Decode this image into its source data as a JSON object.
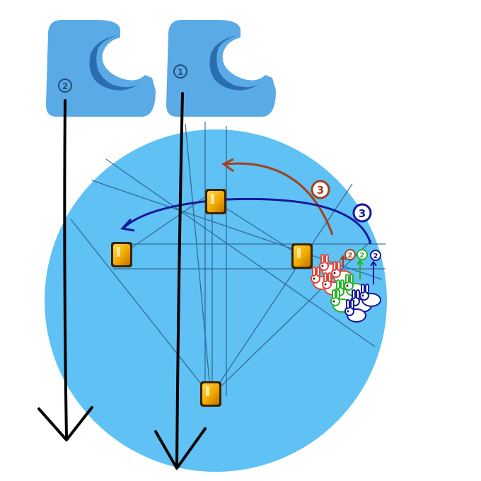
{
  "markers": {
    "marker_1": "1",
    "marker_2": "2",
    "marker_3_red": "3",
    "marker_3_blue": "3",
    "small_red": "2",
    "small_green": "2",
    "small_blue": "2"
  },
  "icons": {
    "left_bracket": "c-hook-icon",
    "right_bracket": "c-hook-icon",
    "coin": "gold-coin-icon",
    "bunny": "bunny-icon"
  },
  "colors": {
    "circle": "#5fc1f4",
    "bracket": "#5aaae6",
    "bracket_inner": "#2a6eb0",
    "red_arrow": "#a3401e",
    "blue_arrow": "#14189a",
    "green": "#2bb02b",
    "coin": "#f0b800",
    "coin_edge": "#a86400"
  }
}
